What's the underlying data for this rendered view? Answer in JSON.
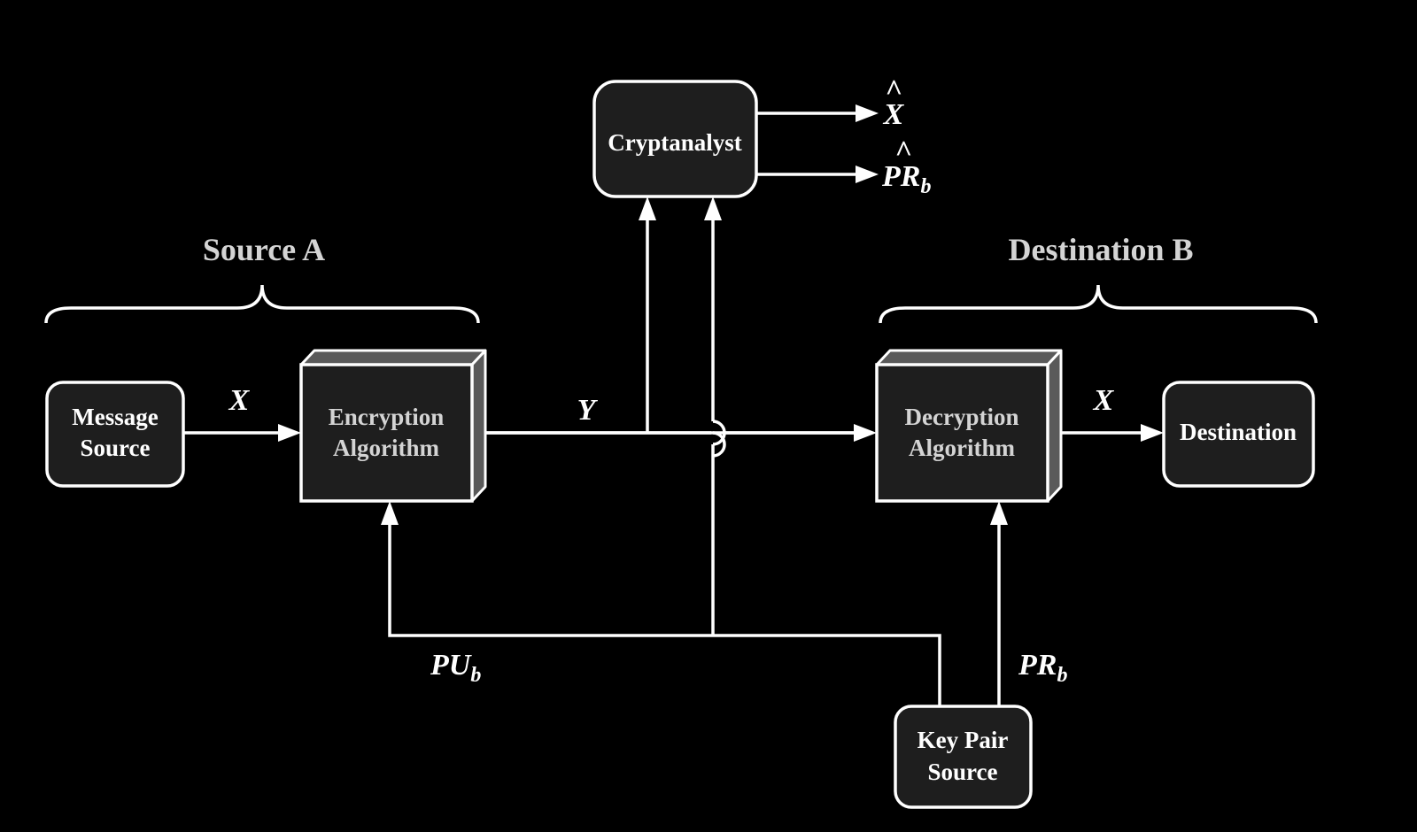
{
  "groups": {
    "source_a": "Source A",
    "destination_b": "Destination B"
  },
  "nodes": {
    "message_source": [
      "Message",
      "Source"
    ],
    "encryption_algorithm": [
      "Encryption",
      "Algorithm"
    ],
    "decryption_algorithm": [
      "Decryption",
      "Algorithm"
    ],
    "destination": "Destination",
    "cryptanalyst": "Cryptanalyst",
    "key_pair_source": [
      "Key Pair",
      "Source"
    ]
  },
  "signals": {
    "plaintext_in": "X",
    "ciphertext": "Y",
    "plaintext_out": "X",
    "public_key": {
      "base": "PU",
      "sub": "b"
    },
    "private_key": {
      "base": "PR",
      "sub": "b"
    },
    "estimate_plaintext": {
      "base": "X",
      "hat": "^"
    },
    "estimate_private_key": {
      "base": "PR",
      "sub": "b",
      "hat": "^"
    }
  },
  "colors": {
    "background": "#000000",
    "box_fill": "#1e1e1e",
    "line": "#ffffff",
    "muted_text": "#d4d4d4"
  }
}
